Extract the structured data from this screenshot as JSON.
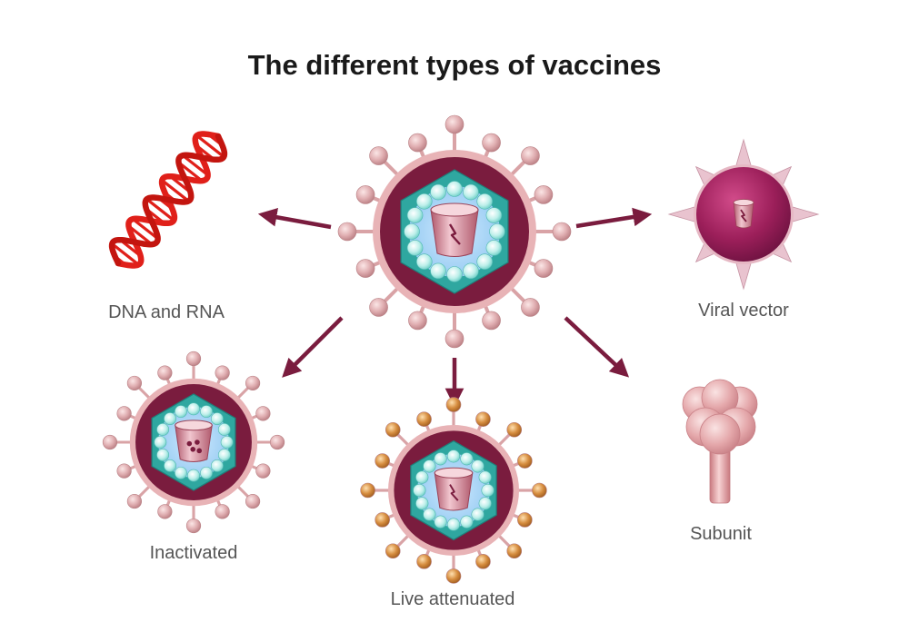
{
  "title": "The different types of vaccines",
  "labels": {
    "dna_rna": "DNA and RNA",
    "viral_vector": "Viral vector",
    "inactivated": "Inactivated",
    "live_attenuated": "Live attenuated",
    "subunit": "Subunit"
  },
  "colors": {
    "title": "#1a1a1a",
    "label": "#555555",
    "arrow": "#7a1c3e",
    "virus_ring": "#7a1c3e",
    "spike_pink": "#d9a3a6",
    "spike_orange": "#c9813a",
    "capsid_teal": "#2fa7a0",
    "capsid_bead": "#c9f1ee",
    "core_cup": "#c9798a",
    "dna_red": "#e0201a",
    "viral_vector_body": "#9c1f5a",
    "subunit_pink": "#e4a7aa"
  },
  "icons": {
    "center": "virus-icon",
    "dna_rna": "dna-helix-icon",
    "viral_vector": "viral-vector-icon",
    "inactivated": "inactivated-virus-icon",
    "live_attenuated": "live-attenuated-virus-icon",
    "subunit": "protein-subunit-icon"
  }
}
